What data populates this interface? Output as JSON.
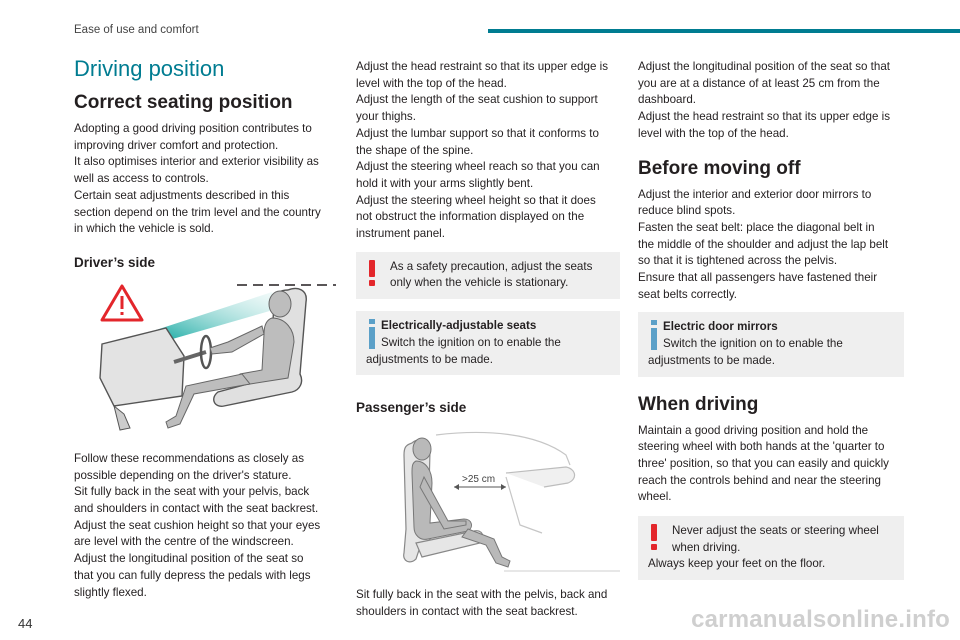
{
  "header": {
    "section": "Ease of use and comfort",
    "accent_color": "#007c91"
  },
  "footer": {
    "page_number": "44",
    "watermark": "carmanualsonline.info"
  },
  "col1": {
    "title": "Driving position",
    "heading": "Correct seating position",
    "intro": [
      "Adopting a good driving position contributes to",
      "improving driver comfort and protection.",
      "It also optimises interior and exterior visibility as",
      "well as access to controls.",
      "Certain seat adjustments described in this",
      "section depend on the trim level and the country",
      "in which the vehicle is sold."
    ],
    "drivers_side": "Driver’s side",
    "body": [
      "Follow these recommendations as closely as",
      "possible depending on the driver's stature.",
      "Sit fully back in the seat with your pelvis, back",
      "and shoulders in contact with the seat backrest.",
      "Adjust the seat cushion height so that your eyes",
      "are level with the centre of the windscreen.",
      "Adjust the longitudinal position of the seat so",
      "that you can fully depress the pedals with legs",
      "slightly flexed."
    ]
  },
  "col2": {
    "body": [
      "Adjust the head restraint so that its upper edge is",
      "level with the top of the head.",
      "Adjust the length of the seat cushion to support",
      "your thighs.",
      "Adjust the lumbar support so that it conforms to",
      "the shape of the spine.",
      "Adjust the steering wheel reach so that you can",
      "hold it with your arms slightly bent.",
      "Adjust the steering wheel height so that it does",
      "not obstruct the information displayed on the",
      "instrument panel."
    ],
    "warning": [
      "As a safety precaution, adjust the seats",
      "only when the vehicle is stationary."
    ],
    "info_title": "Electrically-adjustable seats",
    "info_text": [
      "Switch the ignition on to enable the",
      "adjustments to be made."
    ],
    "passengers_side": "Passenger’s side",
    "distance_label": ">25 cm",
    "after": [
      "Sit fully back in the seat with the pelvis, back and",
      "shoulders in contact with the seat backrest."
    ]
  },
  "col3": {
    "body": [
      "Adjust the longitudinal position of the seat so that",
      "you are at a distance of at least 25 cm from the",
      "dashboard.",
      "Adjust the head restraint so that its upper edge is",
      "level with the top of the head."
    ],
    "before_heading": "Before moving off",
    "before": [
      "Adjust the interior and exterior door mirrors to",
      "reduce blind spots.",
      "Fasten the seat belt: place the diagonal belt in",
      "the middle of the shoulder and adjust the lap belt",
      "so that it is tightened across the pelvis.",
      "Ensure that all passengers have fastened their",
      "seat belts correctly."
    ],
    "info_title": "Electric door mirrors",
    "info_text": [
      "Switch the ignition on to enable the",
      "adjustments to be made."
    ],
    "driving_heading": "When driving",
    "driving": [
      "Maintain a good driving position and hold the",
      "steering wheel with both hands at the 'quarter to",
      "three' position, so that you can easily and quickly",
      "reach the controls behind and near the steering",
      "wheel."
    ],
    "warning": [
      "Never adjust the seats or steering wheel",
      "when driving.",
      "Always keep your feet on the floor."
    ]
  }
}
